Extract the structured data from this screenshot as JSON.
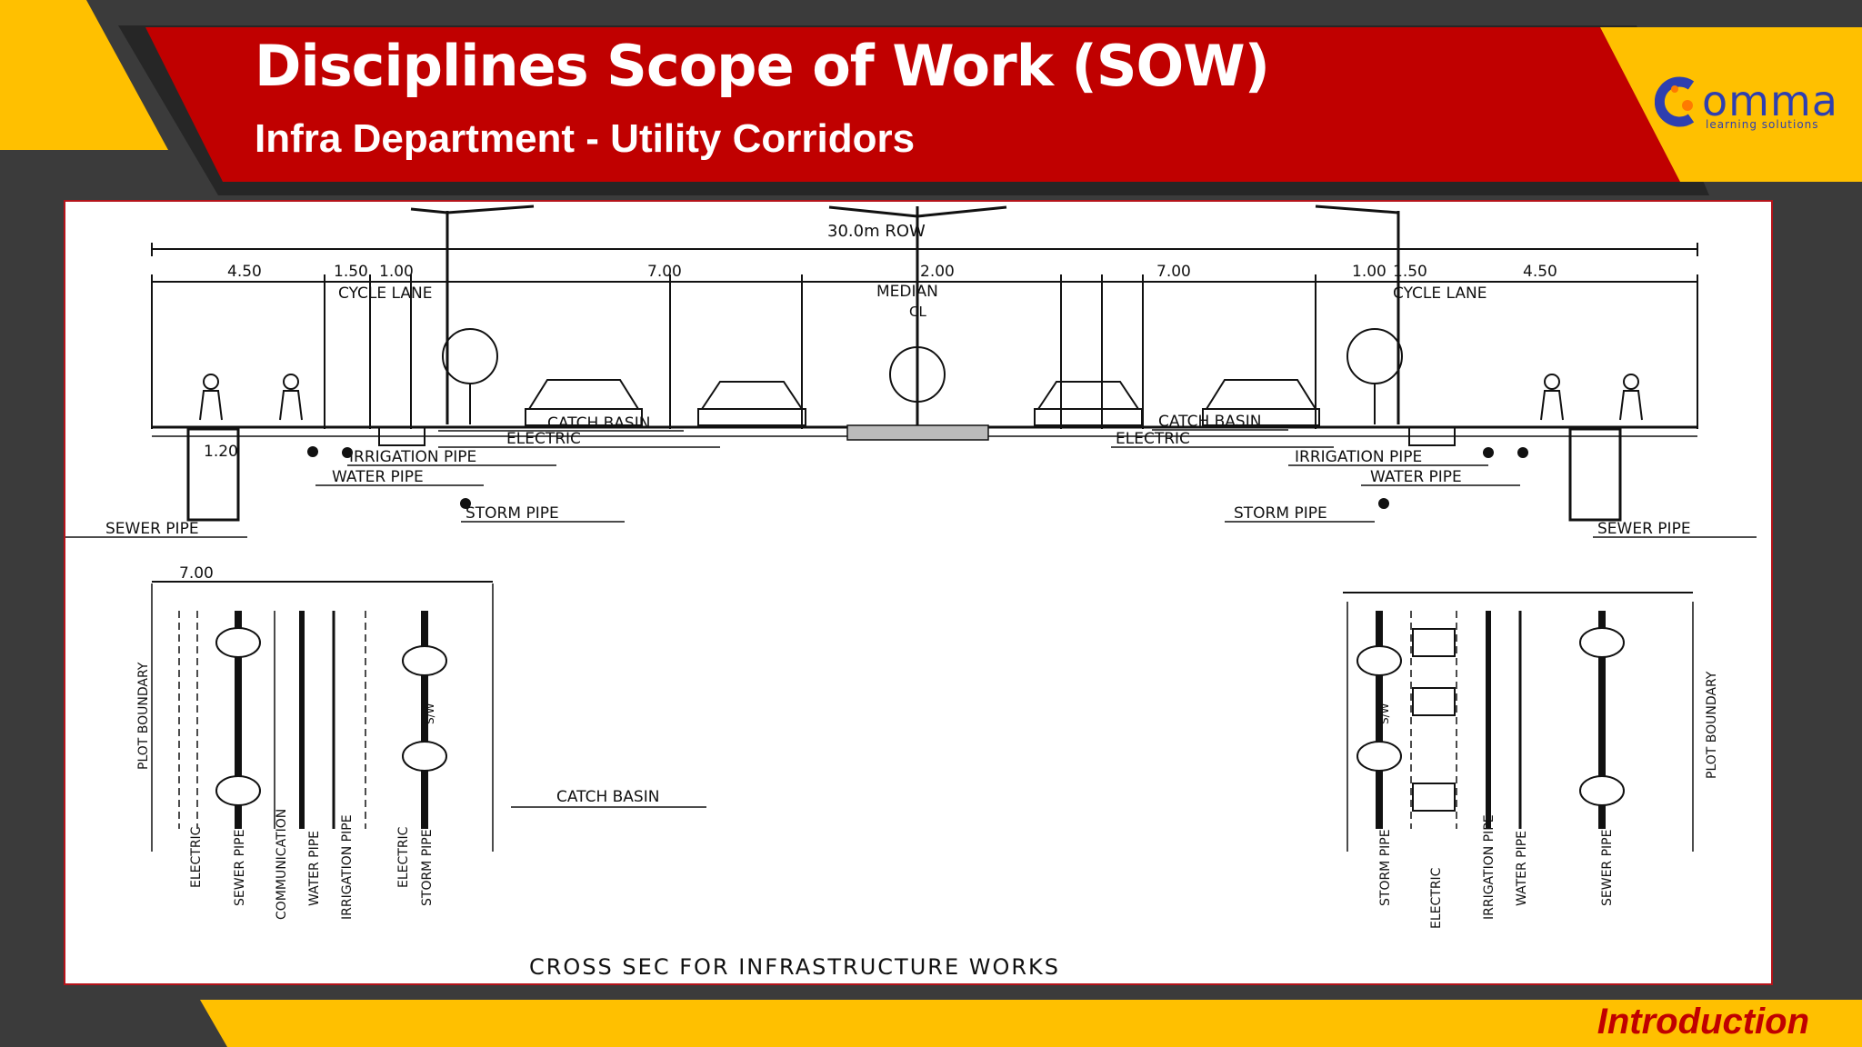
{
  "header": {
    "title": "Disciplines Scope of Work (SOW)",
    "subtitle": "Infra Department - Utility Corridors"
  },
  "logo": {
    "icon": "comma-logo-icon",
    "word": "omma",
    "tagline": "learning solutions"
  },
  "drawing": {
    "row_label": "30.0m ROW",
    "widths_top": [
      "4.50",
      "1.50",
      "1.00",
      "7.00",
      "2.00",
      "7.00",
      "1.00",
      "1.50",
      "4.50"
    ],
    "cycle_lane_left": "CYCLE LANE",
    "cycle_lane_right": "CYCLE LANE",
    "median": "MEDIAN",
    "centerline": "CL",
    "catch_basin_left": "CATCH BASIN",
    "catch_basin_right": "CATCH BASIN",
    "electric_left": "ELECTRIC",
    "electric_right": "ELECTRIC",
    "irrigation_left": "IRRIGATION PIPE",
    "irrigation_right": "IRRIGATION PIPE",
    "water_left": "WATER PIPE",
    "water_right": "WATER PIPE",
    "storm_left": "STORM PIPE",
    "storm_right": "STORM PIPE",
    "sewer_left": "SEWER PIPE",
    "sewer_right": "SEWER PIPE",
    "depth_label": "1.20",
    "plan_width_left": "7.00",
    "plot_boundary_left": "PLOT BOUNDARY",
    "plot_boundary_right": "PLOT BOUNDARY",
    "catch_basin_plan": "CATCH BASIN",
    "sw_left": "S/W",
    "sw_right": "S/W",
    "plan_labels_left": [
      "ELECTRIC",
      "SEWER PIPE",
      "COMMUNICATION",
      "WATER PIPE",
      "IRRIGATION PIPE",
      "ELECTRIC",
      "STORM PIPE"
    ],
    "plan_labels_right": [
      "STORM PIPE",
      "ELECTRIC",
      "IRRIGATION PIPE",
      "WATER PIPE",
      "SEWER PIPE"
    ],
    "caption": "CROSS SEC FOR INFRASTRUCTURE WORKS"
  },
  "footer": {
    "section_label": "Introduction"
  },
  "colors": {
    "header_red": "#c00000",
    "accent_yellow": "#ffc000",
    "background_dark": "#3b3b3b",
    "logo_blue": "#2e3fb0"
  }
}
